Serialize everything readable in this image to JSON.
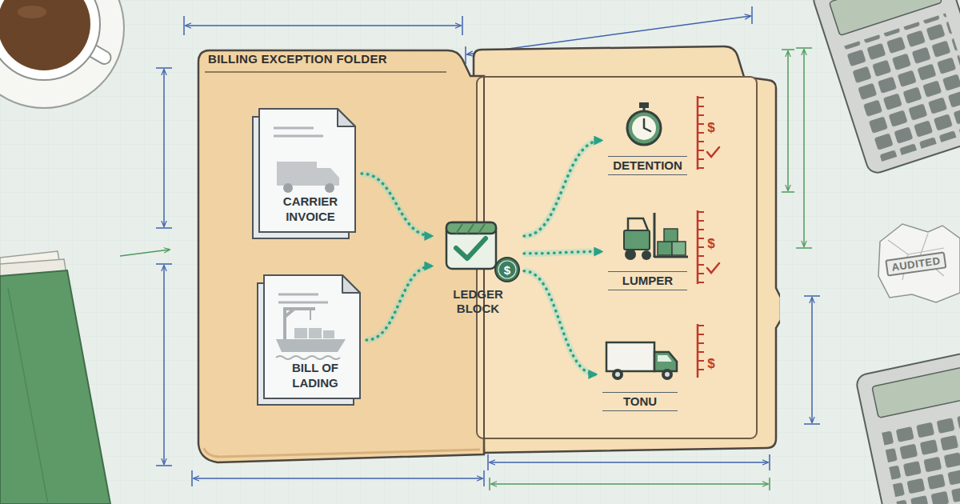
{
  "diagram": {
    "nodes": [
      {
        "text": [
          "BILLING EXCEPTION FOLDER"
        ]
      },
      {
        "text": [
          "CARRIER INVOICE"
        ],
        "in": 0
      },
      {
        "text": [
          "BILL OF LADING"
        ],
        "in": 0
      },
      {
        "text": [
          "LEDGER BLOCK"
        ],
        "in": 0
      },
      {
        "text": [
          "DETENTION"
        ],
        "in": 0
      },
      {
        "text": [
          "LUMPER"
        ],
        "in": 0
      },
      {
        "text": [
          "TONU"
        ],
        "in": 0
      }
    ],
    "edges": [
      {
        "from": 1,
        "to": 3,
        "arrow": "to"
      },
      {
        "from": 2,
        "to": 3,
        "arrow": "to"
      },
      {
        "from": 3,
        "to": 4,
        "arrow": "to"
      },
      {
        "from": 3,
        "to": 5,
        "arrow": "to"
      },
      {
        "from": 3,
        "to": 6,
        "arrow": "to"
      }
    ],
    "labels": [
      "$",
      "$",
      "$",
      "$",
      "AUDITED"
    ]
  }
}
